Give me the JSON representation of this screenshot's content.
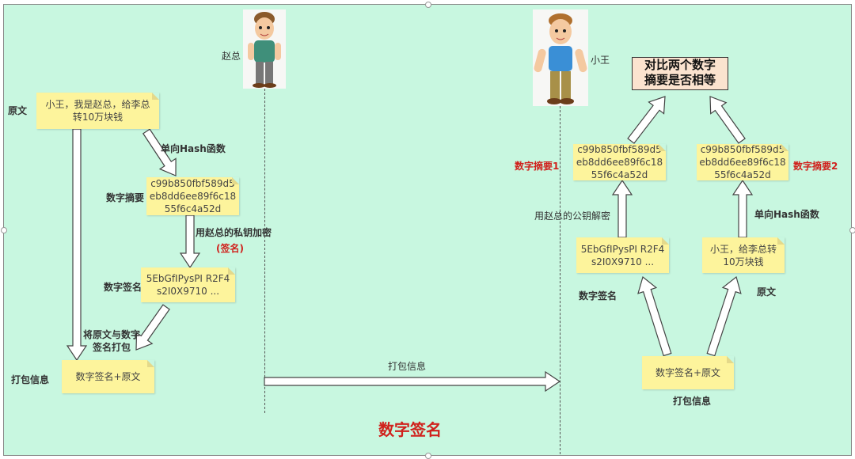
{
  "title": "数字签名",
  "people": {
    "sender": "赵总",
    "receiver": "小王"
  },
  "left": {
    "original_label": "原文",
    "original_text": [
      "小王，我是赵总，给李总",
      "转10万块钱"
    ],
    "hash_step": "单向Hash函数",
    "digest_label": "数字摘要",
    "digest": [
      "c99b850fbf589d5",
      "eb8dd6ee89f6c18",
      "55f6c4a52d"
    ],
    "encrypt_step": "用赵总的私钥加密",
    "sign_note": "(签名)",
    "signature_label": "数字签名",
    "signature": [
      "5EbGfIPysPI R2F4",
      "s2I0X9710 ..."
    ],
    "pack_step": [
      "将原文与数字",
      "签名打包"
    ],
    "package_label": "打包信息",
    "package_text": "数字签名+原文"
  },
  "transfer_label": "打包信息",
  "right": {
    "compare": [
      "对比两个数字",
      "摘要是否相等"
    ],
    "digest1_label": "数字摘要1",
    "digest2_label": "数字摘要2",
    "digest1": [
      "c99b850fbf589d5",
      "eb8dd6ee89f6c18",
      "55f6c4a52d"
    ],
    "digest2": [
      "c99b850fbf589d5",
      "eb8dd6ee89f6c18",
      "55f6c4a52d"
    ],
    "decrypt_step": "用赵总的公钥解密",
    "hash_step": "单向Hash函数",
    "signature": [
      "5EbGfIPysPI R2F4",
      "s2I0X9710 ..."
    ],
    "original_text": [
      "小王，给李总转",
      "10万块钱"
    ],
    "signature_label": "数字签名",
    "original_label": "原文",
    "package_text": "数字签名+原文",
    "package_label": "打包信息"
  },
  "colors": {
    "background": "#c8f7e0",
    "note": "#fdf49c",
    "accent": "#d0211c"
  }
}
